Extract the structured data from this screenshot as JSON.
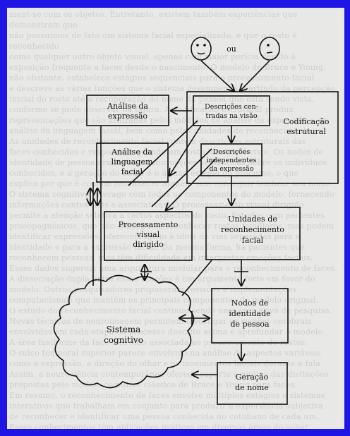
{
  "background_text": "ment-se com os objetos. Entretanto, existem também experiências que demonstram que\nnão possuímos de fato um sistema facial especializado, e que o rosto é reconhecido\ncomo qualquer outro objeto visual, apenas com maior perícia devido à\nexposição frequente a faces desde o nascimento. O modelo de Bruce e Young,\nnão obstante, estabelece estágios sequenciais para o processamento facial\ne descreve as várias funções que o sistema desempenha, partindo da percepção\ninicial do rosto até a recuperação do nome da pessoa que está sendo vista,\nconforme se pode observar na figura. A codificação estrutural produz\nrepresentações que são utilizadas pelos módulos de análise da expressão e de\nanálise da linguagem facial, bem como pelas unidades de reconhecimento.\nAs unidades de reconhecimento facial contêm descrições estruturais das\nfaces conhecidas e respondem quando um rosto familiar é visto. Os nodos de\nidentidade de pessoa armazenam informações semânticas sobre os indivíduos\nconhecidos, e a geração do nome é o último estágio do processo, o que\nexplica por que é comum reconhecer alguém sem conseguir lembrar seu nome.\nO sistema cognitivo interage com todos os componentes do modelo, fornecendo\ninformações contextuais e associativas. O processamento visual dirigido\npermite a atenção seletiva a certos aspectos do rosto. Estudos com pacientes\nprosopagnósicos, que não conseguem reconhecer rostos familiares, mas podem\nidentificar expressões, oferecem apoio à ideia de vias separadas para a\nidentidade e para a expressão facial. Da mesma forma, há pacientes que\nreconhecem pessoas, mas têm dificuldade em interpretar emoções faciais.\nEsses dados sugerem uma arquitetura modular para o reconhecimento de faces.\nA dissociação dupla entre essas funções é um argumento forte em favor do\nmodelo. Outros pesquisadores propuseram revisões e implementações\ncomputacionais que mantêm os principais componentes do modelo original.\nO estudo do reconhecimento facial continua sendo uma área ativa de pesquisa.\nNovas técnicas de neuroimagem permitem investigar as regiões cerebrais\nenvolvidas em cada etapa do processo descrito acima e aprofundar o modelo.\nA área fusiforme da face tem sido associada ao processamento de rostos.\nO sulco temporal superior parece envolvido na análise de aspectos variáveis\ncomo a expressão, a direção do olhar e os movimentos labiais durante a fala.\nAssim, a neurociência contemporânea oferece suporte a muitas das distinções\npropostas pelo modelo cognitivo clássico de Bruce e Young para faces.\nEm resumo, o reconhecimento de faces envolve múltiplos estágios e sistemas\ninterativos que trabalham em conjunto para produzir a experiência subjetiva\nde reconhecer e identificar uma pessoa conhecida no cotidiano de cada um.\nEsses conhecimentos têm aplicações práticas em diversas áreas do saber.",
  "diagram": {
    "face_separator": "ou",
    "boxes": {
      "expression_analysis": [
        "Análise da",
        "expressão"
      ],
      "facial_speech_analysis": [
        "Análise da",
        "linguagem",
        "facial"
      ],
      "view_centred": [
        "Descrições cen-",
        "tradas na visão"
      ],
      "expression_independent": [
        "Descrições",
        "independentes",
        "da expressão"
      ],
      "structural_encoding": [
        "Codificação",
        "estrutural"
      ],
      "directed_visual_processing": [
        "Processamento",
        "visual",
        "dirigido"
      ],
      "face_recognition_units": [
        "Unidades de",
        "reconhecimento",
        "facial"
      ],
      "person_identity_nodes": [
        "Nodos de",
        "identidade",
        "de pessoa"
      ],
      "name_generation": [
        "Geração",
        "de nome"
      ],
      "cognitive_system": [
        "Sistema",
        "cognitivo"
      ]
    }
  }
}
